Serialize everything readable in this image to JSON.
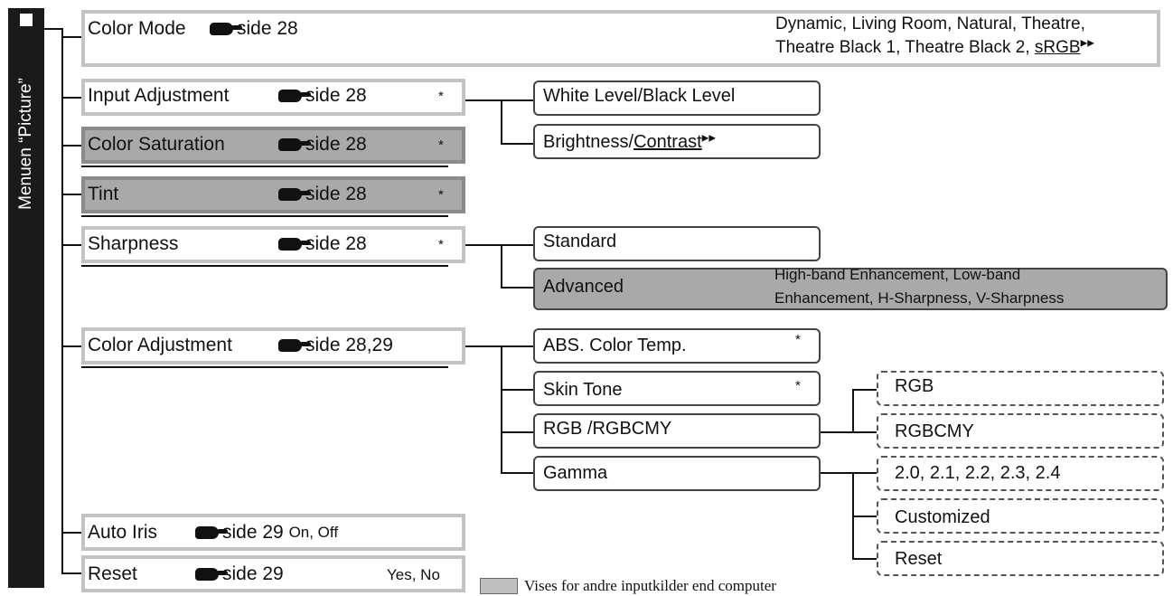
{
  "sidebar": {
    "title": "Menuen “Picture”"
  },
  "menu": {
    "color_mode": {
      "label": "Color Mode",
      "ref": "side 28",
      "options_line1": "Dynamic, Living Room, Natural, Theatre,",
      "options_line2_prefix": "Theatre Black 1, Theatre Black 2, ",
      "options_line2_link": "sRGB"
    },
    "input_adjustment": {
      "label": "Input Adjustment",
      "ref": "side 28",
      "mark": "*"
    },
    "color_saturation": {
      "label": "Color Saturation",
      "ref": "side 28",
      "mark": "*"
    },
    "tint": {
      "label": "Tint",
      "ref": "side 28",
      "mark": "*"
    },
    "sharpness": {
      "label": "Sharpness",
      "ref": "side 28",
      "mark": "*"
    },
    "color_adjustment": {
      "label": "Color Adjustment",
      "ref": "side 28,29"
    },
    "auto_iris": {
      "label": "Auto Iris",
      "ref": "side 29",
      "options": "On, Off"
    },
    "reset": {
      "label": "Reset",
      "ref": "side 29",
      "options": "Yes, No"
    }
  },
  "submenu": {
    "white_black_level": "White Level/Black Level",
    "brightness_prefix": "Brightness/",
    "brightness_link": "Contrast",
    "standard": "Standard",
    "advanced": "Advanced",
    "advanced_options_line1": "High-band Enhancement, Low-band",
    "advanced_options_line2": "Enhancement, H-Sharpness, V-Sharpness",
    "abs_color_temp": "ABS. Color Temp.",
    "abs_mark": "*",
    "skin_tone": "Skin Tone",
    "skin_mark": "*",
    "rgb_rgbcmy": "RGB /RGBCMY",
    "gamma": "Gamma"
  },
  "subsubmenu": {
    "rgb": "RGB",
    "rgbcmy": "RGBCMY",
    "gamma_values": "2.0, 2.1, 2.2, 2.3, 2.4",
    "customized": "Customized",
    "reset": "Reset"
  },
  "legend": {
    "text": "Vises for andre inputkilder end computer",
    "swatch_color": "#bfbfbf"
  },
  "colors": {
    "highlight": "#a9a9a9",
    "border": "#c3c3c3"
  }
}
